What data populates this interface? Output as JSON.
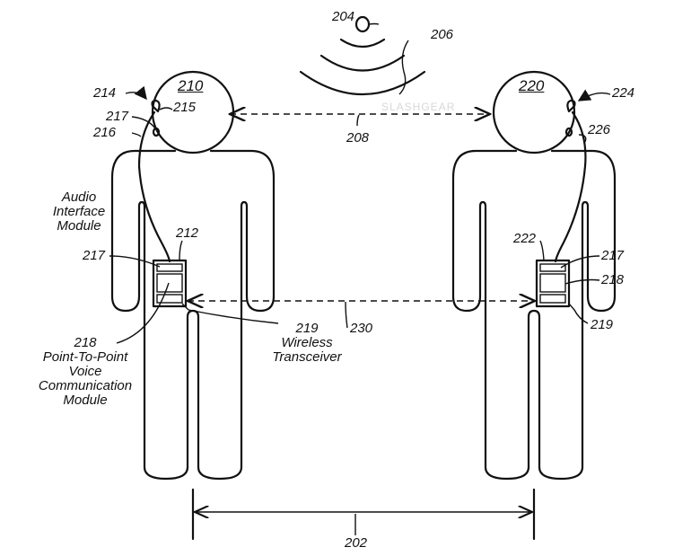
{
  "watermark": "SLASHGEAR",
  "labels": {
    "signal_source": "204",
    "signal_waves": "206",
    "link_heads": "208",
    "person_a": "210",
    "earpiece_a": "214",
    "ear_a": "215",
    "bud_a": "217",
    "cord_a": "216",
    "device_a": "212",
    "compartment_a": "217",
    "module_a": "218",
    "transceiver_a": "219",
    "person_b": "220",
    "earpiece_b": "224",
    "cord_b": "226",
    "device_b": "222",
    "compartment_b": "217",
    "module_b": "218",
    "transceiver_b": "219",
    "link_devices": "230",
    "distance": "202"
  },
  "captions": {
    "audio_interface": [
      "Audio",
      "Interface",
      "Module"
    ],
    "p2p": [
      "Point-To-Point",
      "Voice",
      "Communication",
      "Module"
    ],
    "wireless": [
      "Wireless",
      "Transceiver"
    ]
  }
}
